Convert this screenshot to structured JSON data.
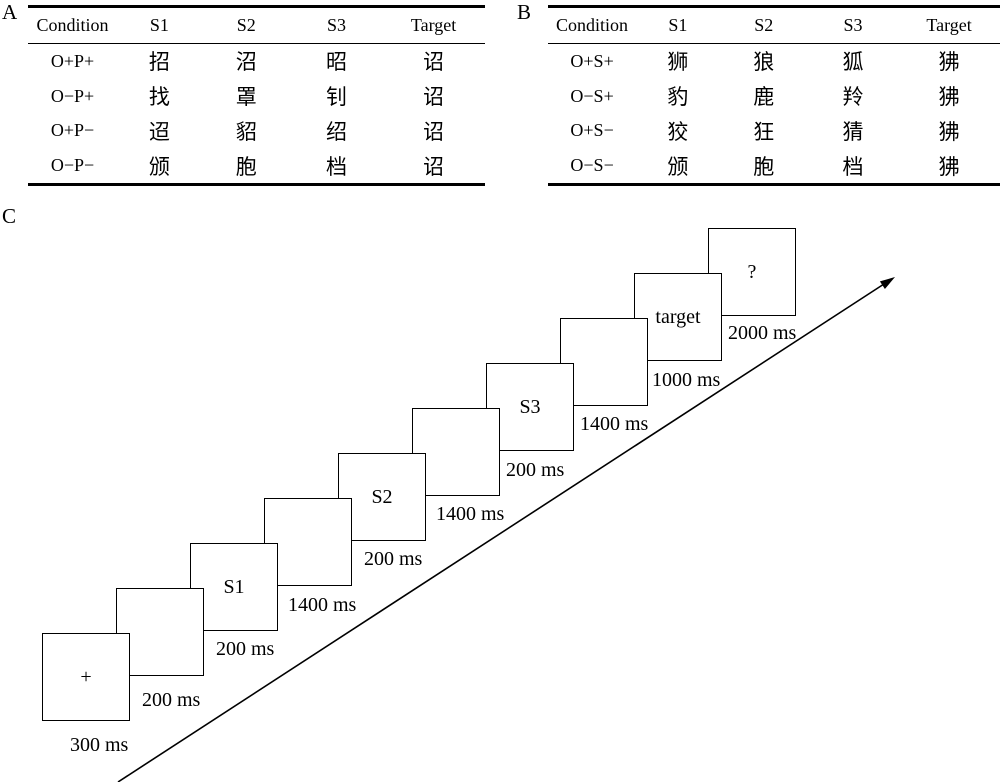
{
  "colors": {
    "ink": "#000000",
    "background": "#ffffff"
  },
  "panelA": {
    "label": "A",
    "table": {
      "headers": [
        "Condition",
        "S1",
        "S2",
        "S3",
        "Target"
      ],
      "rows": [
        {
          "condition": "O+P+",
          "s1": "招",
          "s2": "沼",
          "s3": "昭",
          "target": "诏"
        },
        {
          "condition": "O−P+",
          "s1": "找",
          "s2": "罩",
          "s3": "钊",
          "target": "诏"
        },
        {
          "condition": "O+P−",
          "s1": "迢",
          "s2": "貂",
          "s3": "绍",
          "target": "诏"
        },
        {
          "condition": "O−P−",
          "s1": "颁",
          "s2": "胞",
          "s3": "档",
          "target": "诏"
        }
      ]
    }
  },
  "panelB": {
    "label": "B",
    "table": {
      "headers": [
        "Condition",
        "S1",
        "S2",
        "S3",
        "Target"
      ],
      "rows": [
        {
          "condition": "O+S+",
          "s1": "狮",
          "s2": "狼",
          "s3": "狐",
          "target": "狒"
        },
        {
          "condition": "O−S+",
          "s1": "豹",
          "s2": "鹿",
          "s3": "羚",
          "target": "狒"
        },
        {
          "condition": "O+S−",
          "s1": "狡",
          "s2": "狂",
          "s3": "猜",
          "target": "狒"
        },
        {
          "condition": "O−S−",
          "s1": "颁",
          "s2": "胞",
          "s3": "档",
          "target": "狒"
        }
      ]
    }
  },
  "panelC": {
    "label": "C",
    "sequence": [
      {
        "label": "+",
        "duration": "300 ms"
      },
      {
        "label": "",
        "duration": "200 ms"
      },
      {
        "label": "S1",
        "duration": "200 ms"
      },
      {
        "label": "",
        "duration": "1400 ms"
      },
      {
        "label": "S2",
        "duration": "200 ms"
      },
      {
        "label": "",
        "duration": "1400 ms"
      },
      {
        "label": "S3",
        "duration": "200 ms"
      },
      {
        "label": "",
        "duration": "1400 ms"
      },
      {
        "label": "target",
        "duration": "1000 ms"
      },
      {
        "label": "?",
        "duration": "2000 ms"
      }
    ]
  }
}
